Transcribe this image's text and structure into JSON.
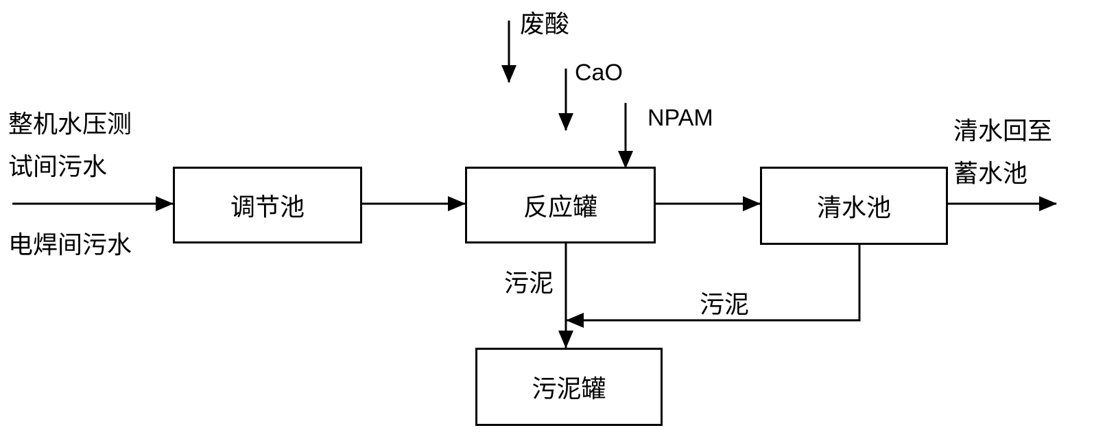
{
  "inputs": {
    "line1": "整机水压测",
    "line2": "试间污水",
    "line3": "电焊间污水"
  },
  "boxes": {
    "equalization_tank": "调节池",
    "reaction_tank": "反应罐",
    "clear_water_pool": "清水池",
    "sludge_tank": "污泥罐"
  },
  "additives": {
    "waste_acid": "废酸",
    "cao": "CaO",
    "npam": "NPAM"
  },
  "output": {
    "line1": "清水回至",
    "line2": "蓄水池"
  },
  "sludge_labels": {
    "from_reaction": "污泥",
    "from_clear_pool": "污泥"
  }
}
